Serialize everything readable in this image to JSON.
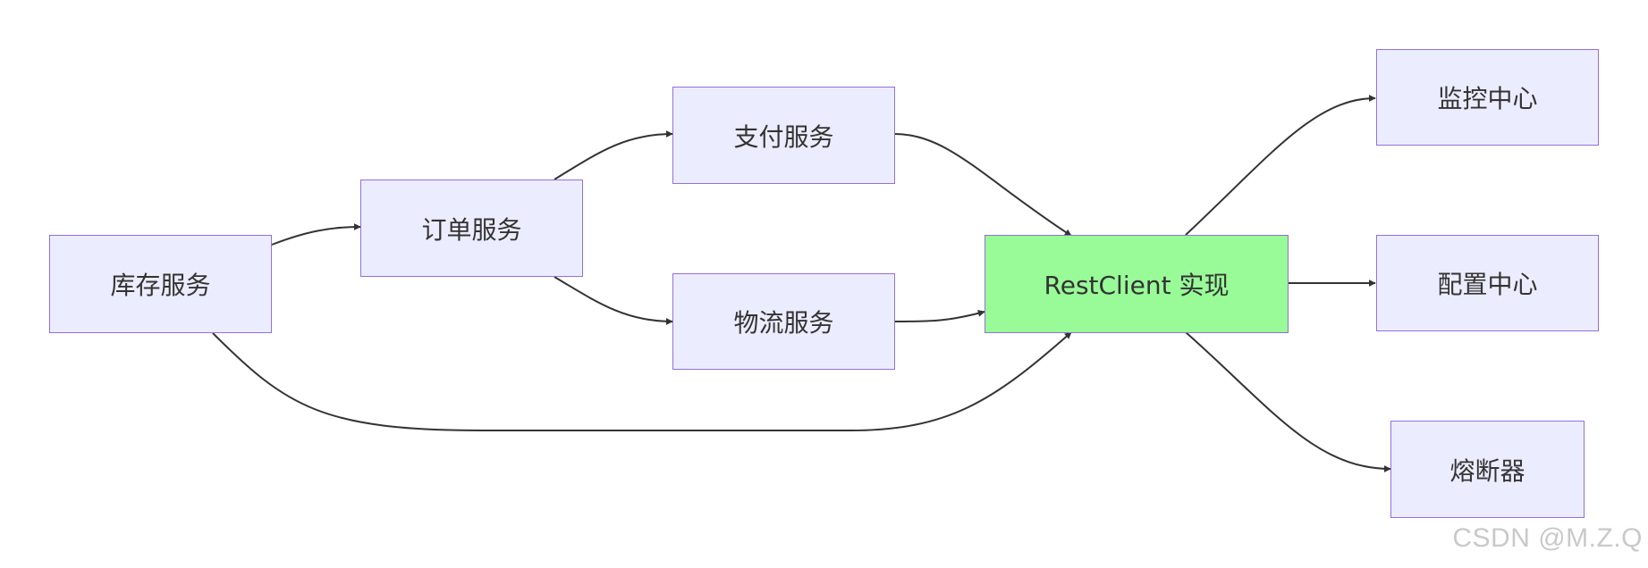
{
  "diagram": {
    "type": "flowchart",
    "nodes": {
      "inventory": "库存服务",
      "order": "订单服务",
      "payment": "支付服务",
      "logistics": "物流服务",
      "restclient": "RestClient 实现",
      "monitor": "监控中心",
      "config": "配置中心",
      "breaker": "熔断器"
    },
    "edges": [
      {
        "from": "inventory",
        "to": "order"
      },
      {
        "from": "order",
        "to": "payment"
      },
      {
        "from": "order",
        "to": "logistics"
      },
      {
        "from": "payment",
        "to": "restclient"
      },
      {
        "from": "logistics",
        "to": "restclient"
      },
      {
        "from": "inventory",
        "to": "restclient"
      },
      {
        "from": "restclient",
        "to": "monitor"
      },
      {
        "from": "restclient",
        "to": "config"
      },
      {
        "from": "restclient",
        "to": "breaker"
      }
    ],
    "colors": {
      "node_fill": "#ececff",
      "node_border": "#9370db",
      "highlight_fill": "#98fb98",
      "edge": "#333333"
    }
  },
  "watermark": "CSDN @M.Z.Q"
}
